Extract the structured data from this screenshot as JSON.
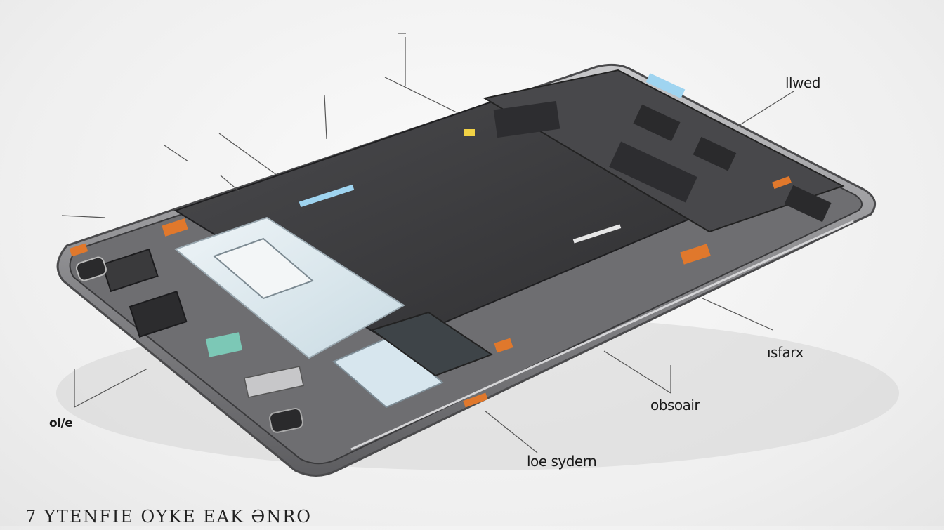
{
  "labels": {
    "top_right": "llwed",
    "right_middle": "ısfarx",
    "bottom_center": "obsoair",
    "bottom_lower": "loe sydern",
    "left_bottom": "ol/e"
  },
  "footer": {
    "caption": "7 YTENFIE OYKE EAK ƏNRO"
  },
  "colors": {
    "chassis": "#8e8e90",
    "board": "#3d3d3f",
    "panel_light": "#dfe9ee",
    "accent_copper": "#e0782c",
    "accent_teal": "#7cc8b6",
    "accent_blue": "#9fd4f0",
    "leader_line": "#555555"
  }
}
